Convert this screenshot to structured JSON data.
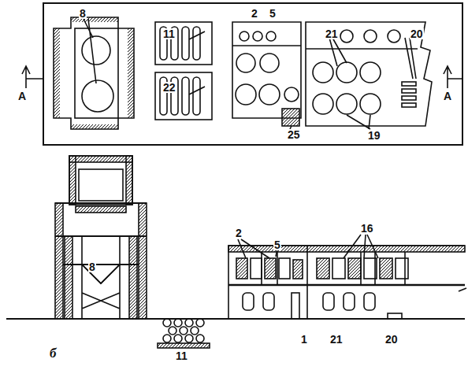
{
  "diagram": {
    "labels": [
      "8",
      "11",
      "2",
      "5",
      "21",
      "20",
      "22",
      "25",
      "19",
      "A",
      "A",
      "2",
      "5",
      "16",
      "8",
      "11",
      "1",
      "21",
      "20",
      "б"
    ]
  }
}
